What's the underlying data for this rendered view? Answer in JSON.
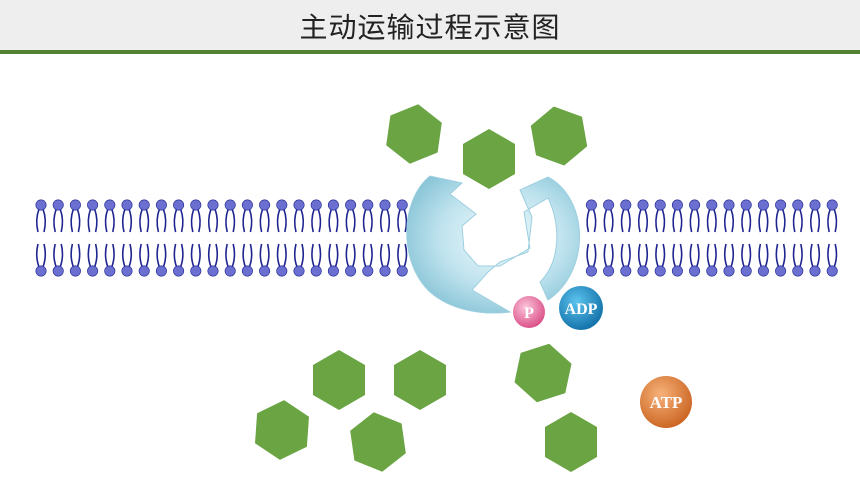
{
  "title": "主动运输过程示意图",
  "labels": {
    "phosphate": "P",
    "adp": "ADP",
    "atp": "ATP"
  },
  "icons": {
    "molecule": "hexagon-molecule-icon",
    "lipid": "phospholipid-icon",
    "carrier": "carrier-protein-icon"
  },
  "colors": {
    "title_line": "#548235",
    "molecule": "#6aa443",
    "lipid_head": "#6a6fd0",
    "lipid_tail": "#1f2590",
    "protein": "#a9d8e6",
    "phosphate": "#e86a9c",
    "adp": "#1591cf",
    "atp": "#e8843c"
  }
}
